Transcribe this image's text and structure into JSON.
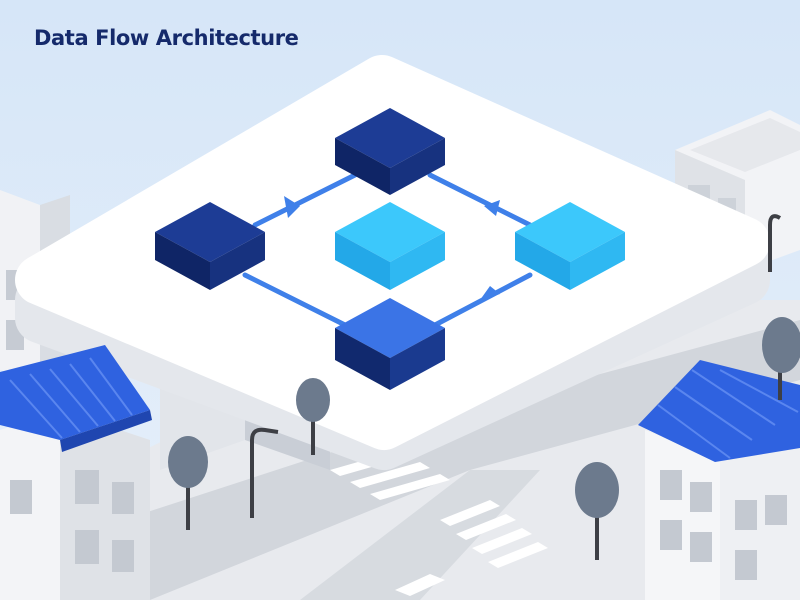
{
  "diagram": {
    "title": "Data Flow Architecture",
    "colors": {
      "sky": "#d6e6f8",
      "platform": "#ffffff",
      "node_dark": "#14307e",
      "node_light": "#2fbdf5",
      "node_medium": "#3a6fe2",
      "connector": "#3f80e9",
      "roof": "#2f62e0",
      "road": "#d2d6dc",
      "tree": "#6c7a8d"
    },
    "nodes": [
      {
        "id": "top",
        "tone": "dark"
      },
      {
        "id": "left",
        "tone": "dark"
      },
      {
        "id": "center",
        "tone": "light"
      },
      {
        "id": "right",
        "tone": "light"
      },
      {
        "id": "bottom",
        "tone": "medium"
      }
    ],
    "connectors": [
      {
        "from": "top",
        "to": "left",
        "arrow": "at-left"
      },
      {
        "from": "top",
        "to": "right",
        "arrow": "at-right"
      },
      {
        "from": "left",
        "to": "bottom",
        "arrow": "none"
      },
      {
        "from": "bottom",
        "to": "right",
        "arrow": "toward-right"
      }
    ]
  }
}
